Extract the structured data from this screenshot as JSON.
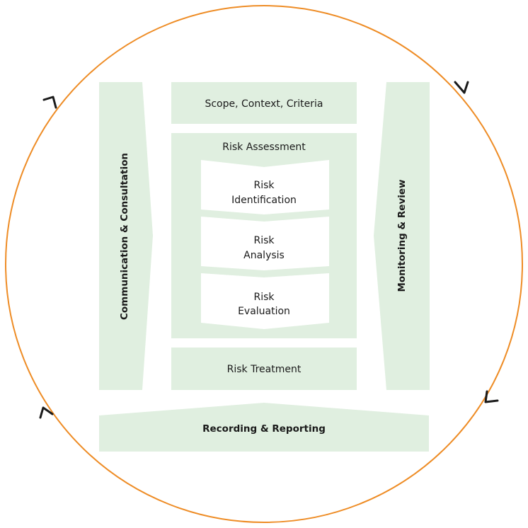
{
  "diagram": {
    "cycle_color": "#ee8c25",
    "box_fill": "#e0efe0",
    "inner_box_fill": "#ffffff",
    "arrowhead_color": "#1a1a1a",
    "left_bar": {
      "label": "Communication & Consultation"
    },
    "right_bar": {
      "label": "Monitoring & Review"
    },
    "bottom_bar": {
      "label": "Recording & Reporting"
    },
    "scope": {
      "label": "Scope, Context, Criteria"
    },
    "assessment": {
      "title": "Risk Assessment",
      "steps": [
        {
          "line1": "Risk",
          "line2": "Identification"
        },
        {
          "line1": "Risk",
          "line2": "Analysis"
        },
        {
          "line1": "Risk",
          "line2": "Evaluation"
        }
      ]
    },
    "treatment": {
      "label": "Risk Treatment"
    }
  }
}
